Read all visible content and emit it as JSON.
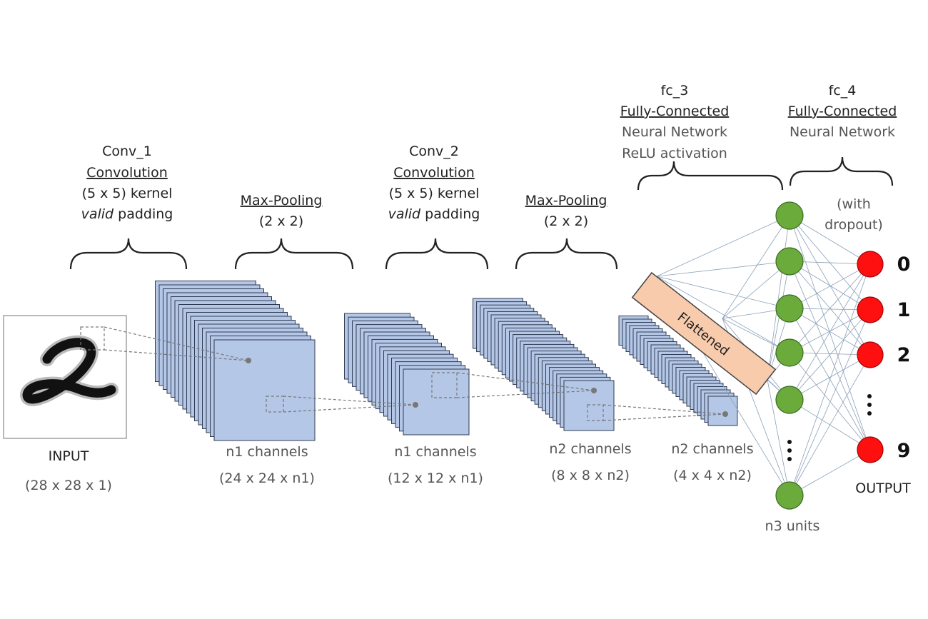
{
  "input": {
    "label": "INPUT",
    "dims": "(28 x 28 x 1)"
  },
  "conv1": {
    "name": "Conv_1",
    "type": "Convolution",
    "kernel": "(5 x 5) kernel",
    "padding_em": "valid",
    "padding_rest": " padding",
    "channels": "n1 channels",
    "dims": "(24 x 24 x n1)"
  },
  "pool1": {
    "type": "Max-Pooling",
    "size": "(2 x 2)",
    "channels": "n1 channels",
    "dims": "(12 x 12 x n1)"
  },
  "conv2": {
    "name": "Conv_2",
    "type": "Convolution",
    "kernel": "(5 x 5) kernel",
    "padding_em": "valid",
    "padding_rest": " padding",
    "channels": "n2 channels",
    "dims": "(8 x 8 x n2)"
  },
  "pool2": {
    "type": "Max-Pooling",
    "size": "(2 x 2)",
    "channels": "n2 channels",
    "dims": "(4 x 4 x n2)"
  },
  "flatten": {
    "label": "Flattened"
  },
  "fc3": {
    "name": "fc_3",
    "type": "Fully-Connected",
    "desc": "Neural Network",
    "activation": "ReLU activation",
    "units": "n3 units",
    "dropout_line1": "(with",
    "dropout_line2": "dropout)"
  },
  "fc4": {
    "name": "fc_4",
    "type": "Fully-Connected",
    "desc": "Neural Network"
  },
  "output": {
    "label": "OUTPUT",
    "classes": [
      "0",
      "1",
      "2",
      "9"
    ]
  },
  "colors": {
    "feature_map": "#b4c7e7",
    "feature_map_stroke": "#2f3b52",
    "hidden_node": "#6aab3c",
    "output_node": "#ff1010",
    "flatten_bar": "#f8cbad"
  }
}
